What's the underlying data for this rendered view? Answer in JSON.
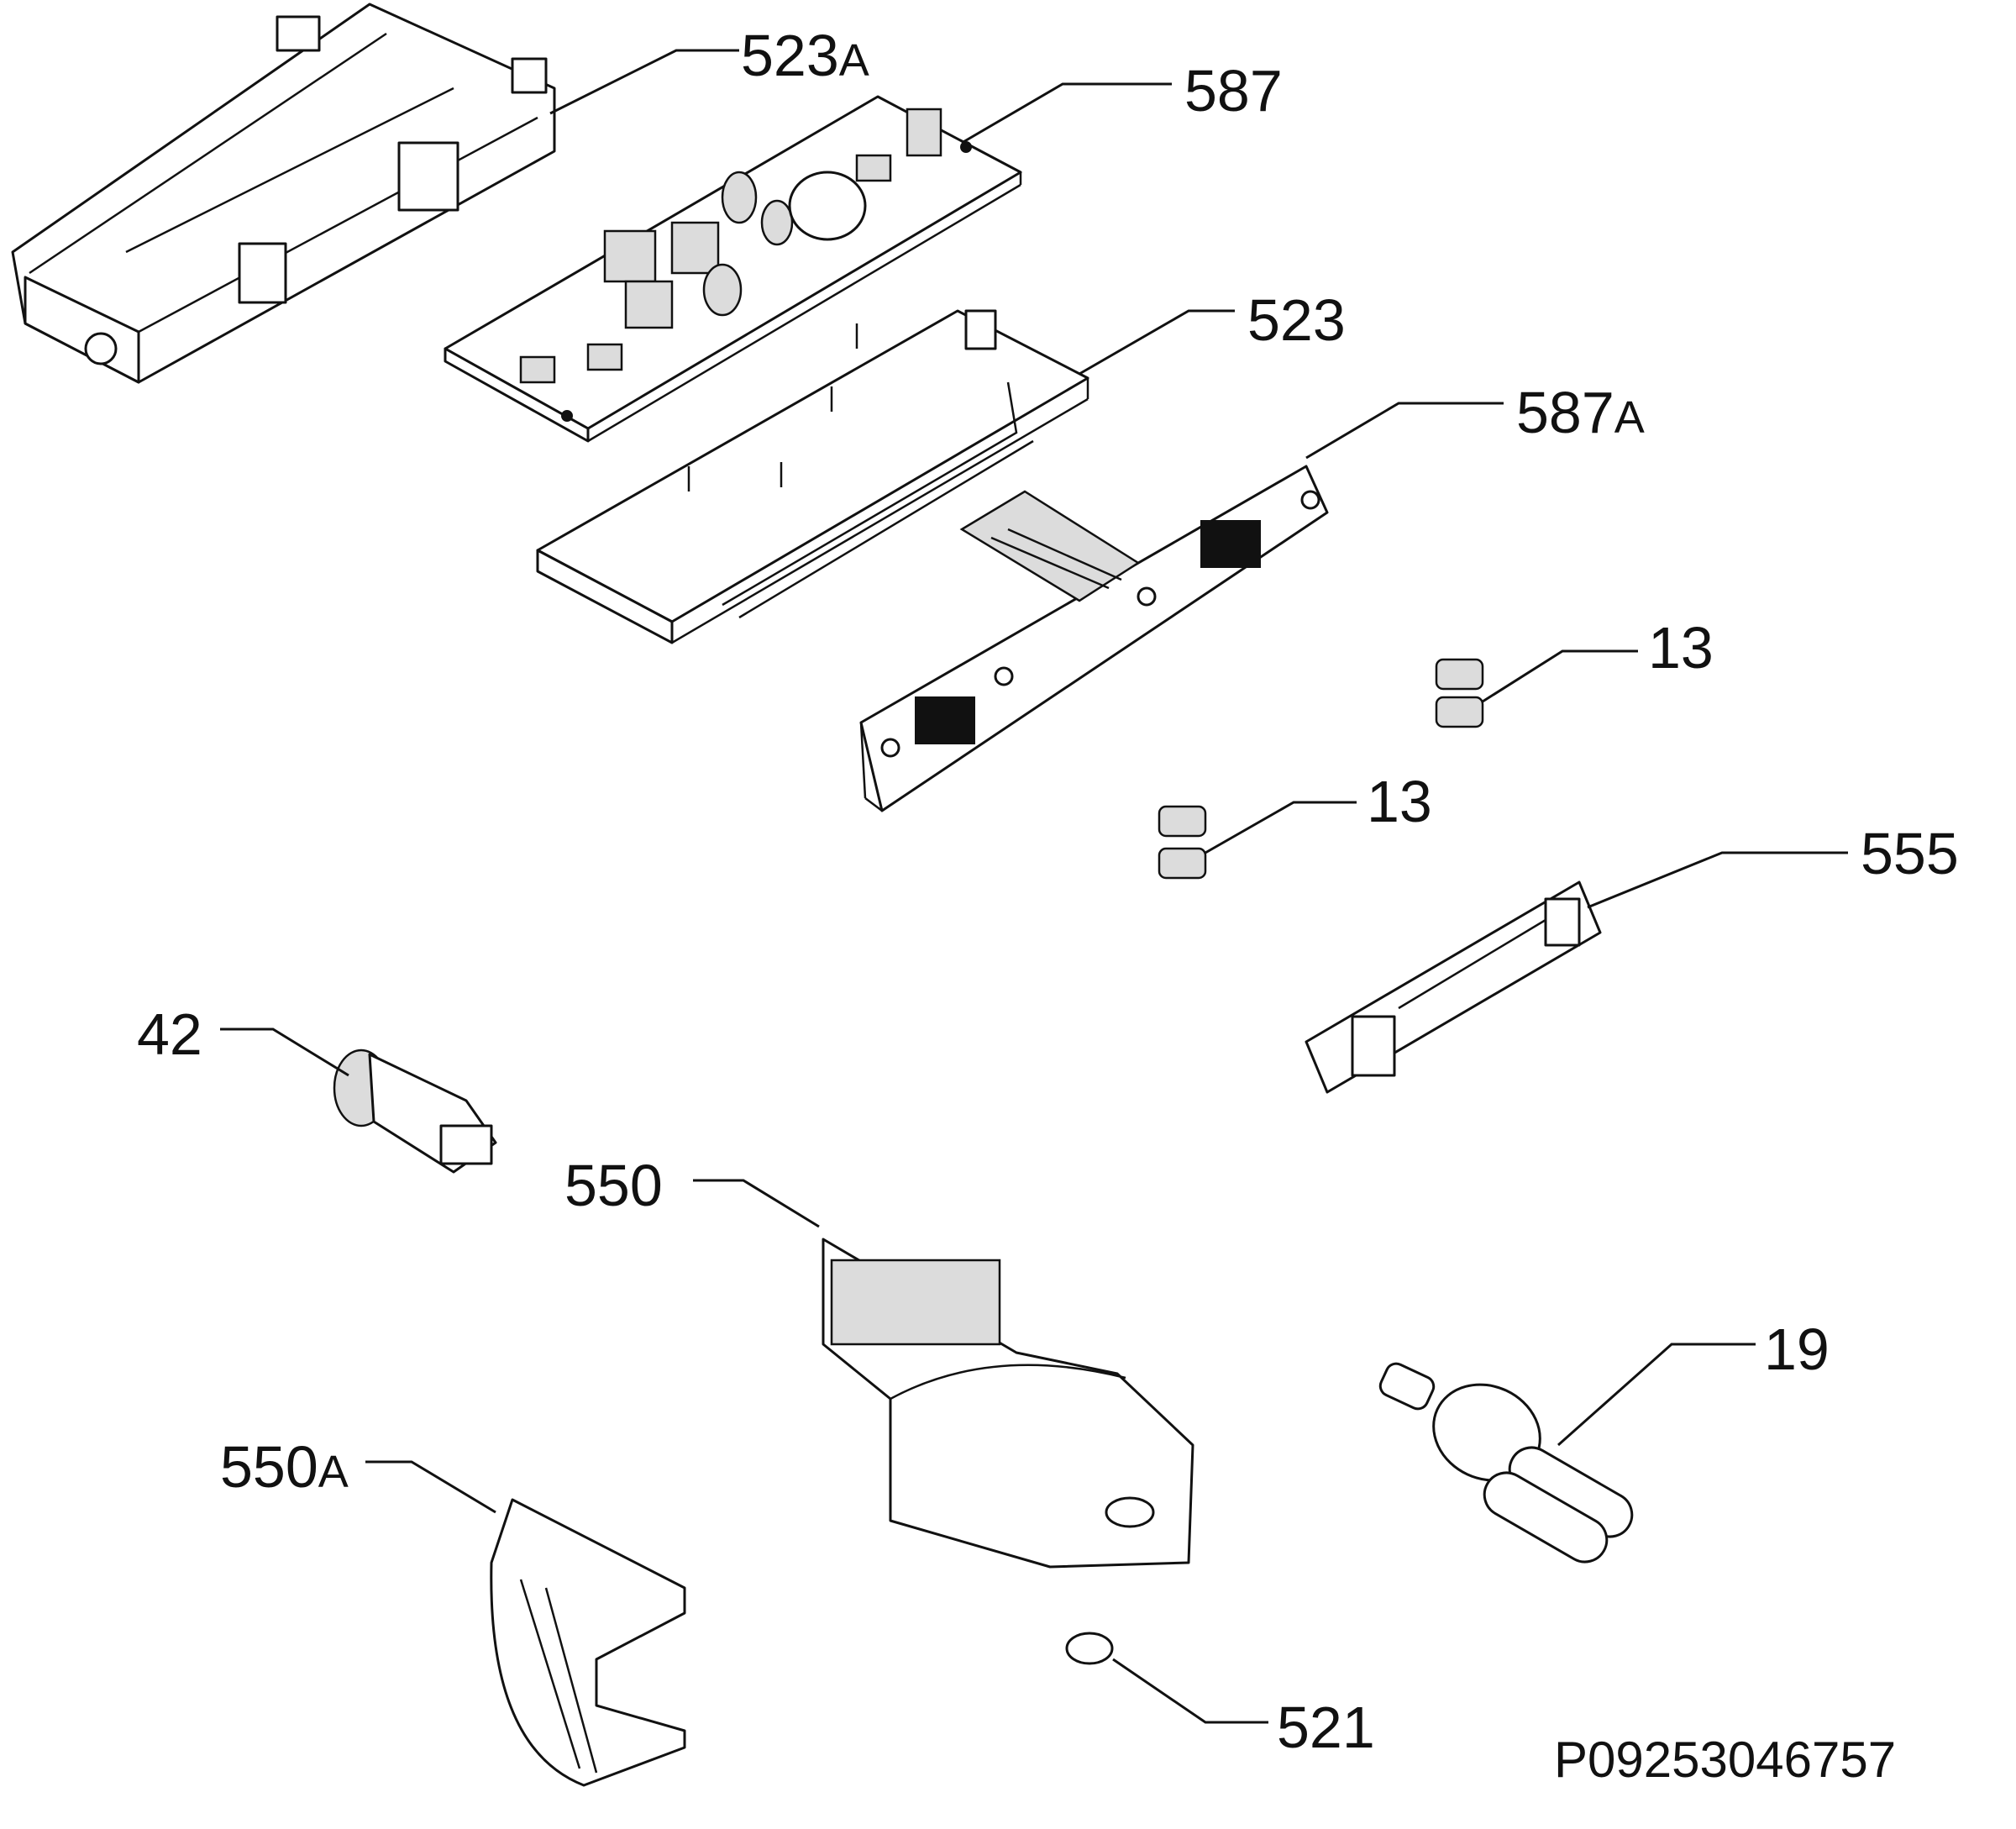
{
  "callouts": {
    "c523A": {
      "number": "523",
      "suffix": "A"
    },
    "c587": {
      "number": "587",
      "suffix": ""
    },
    "c523": {
      "number": "523",
      "suffix": ""
    },
    "c587A": {
      "number": "587",
      "suffix": "A"
    },
    "c13a": {
      "number": "13",
      "suffix": ""
    },
    "c13b": {
      "number": "13",
      "suffix": ""
    },
    "c555": {
      "number": "555",
      "suffix": ""
    },
    "c42": {
      "number": "42",
      "suffix": ""
    },
    "c550": {
      "number": "550",
      "suffix": ""
    },
    "c19": {
      "number": "19",
      "suffix": ""
    },
    "c550A": {
      "number": "550",
      "suffix": "A"
    },
    "c521": {
      "number": "521",
      "suffix": ""
    }
  },
  "reference_code": "P09253046757"
}
